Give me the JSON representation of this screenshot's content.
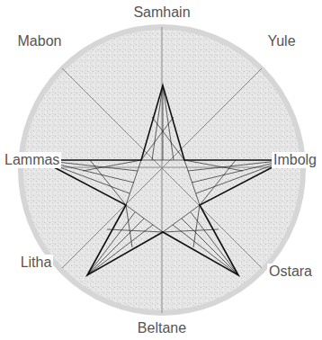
{
  "diagram": {
    "labels": [
      "Samhain",
      "Yule",
      "Imbolg",
      "Ostara",
      "Beltane",
      "Litha",
      "Lammas",
      "Mabon"
    ]
  }
}
